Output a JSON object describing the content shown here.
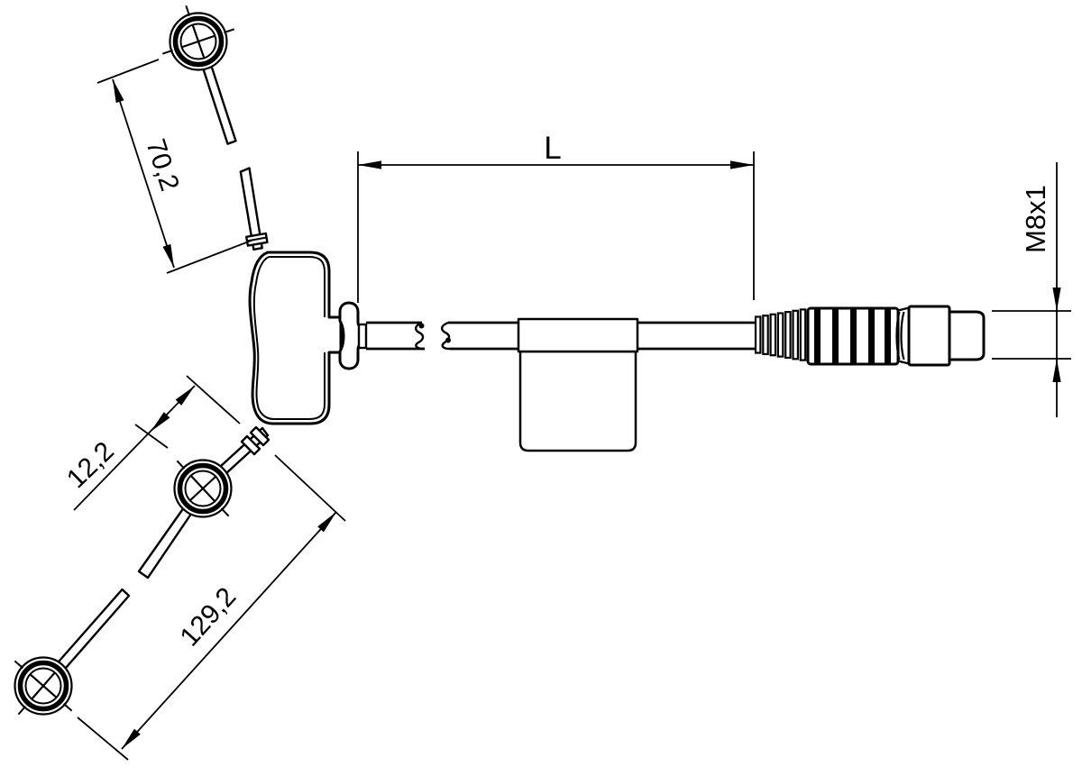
{
  "page": {
    "background": "#ffffff",
    "ink": "#000000",
    "description": "Technical line drawing of a three-probe sensor assembly with cable and M8x1 screw connector"
  },
  "labels": {
    "dim_upper_probe": "70,2",
    "dim_middle_probe": "12,2",
    "dim_lower_probe": "129,2",
    "dim_cable_length": "L",
    "dim_thread": "M8x1"
  }
}
